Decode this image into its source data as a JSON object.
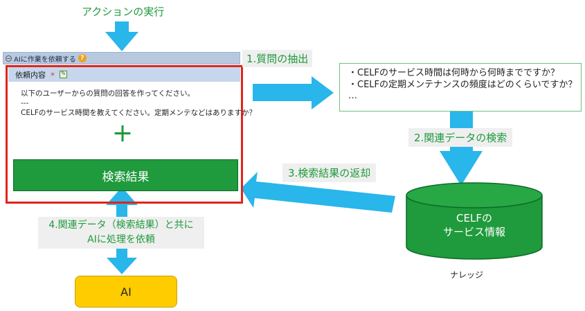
{
  "diagram": {
    "action_label": "アクションの実行",
    "panel": {
      "header_title": "AIに作業を依頼する",
      "help_glyph": "?",
      "collapse_glyph": "−",
      "field_label": "依頼内容",
      "required_mark": "＊",
      "request_text": "以下のユーザーからの質問の回答を作ってください。\n---\nCELFのサービス時間を教えてください。定期メンテなどはありますか？",
      "plus_symbol": "＋",
      "search_result": "検索結果"
    },
    "step1": "1.質問の抽出",
    "questions": [
      "・CELFのサービス時間は何時から何時までですか？",
      "・CELFの定期メンテナンスの頻度はどのくらいですか？",
      "…"
    ],
    "step2": "2.関連データの検索",
    "step3": "3.検索結果の返却",
    "database": {
      "line1": "CELFの",
      "line2": "サービス情報",
      "caption": "ナレッジ"
    },
    "step4": {
      "line1": "4.関連データ（検索結果）と共に",
      "line2": "AIに処理を依頼"
    },
    "ai_label": "AI",
    "colors": {
      "arrow": "#29b6ea",
      "green": "#1f9a3c",
      "red_frame": "#e2231a",
      "ai_yellow": "#ffcc00"
    }
  }
}
